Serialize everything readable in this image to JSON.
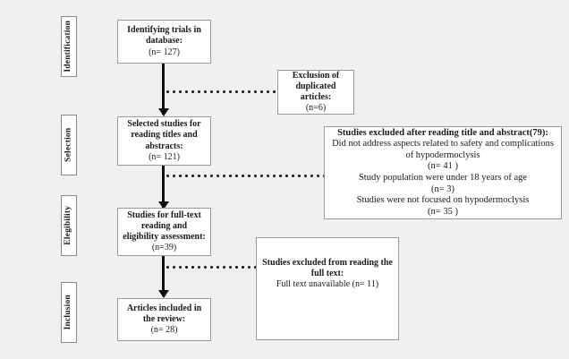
{
  "diagram": {
    "title": "PRISMA study selection flow diagram",
    "background_color": "#f0f0f0",
    "box_fill": "#ffffff",
    "box_border_color": "#9a9a9a",
    "connector_color": "#111111"
  },
  "stages": [
    {
      "label": "Identification"
    },
    {
      "label": "Selection"
    },
    {
      "label": "Elegibility"
    },
    {
      "label": "Inclusion"
    }
  ],
  "flow_boxes": [
    {
      "name": "identification",
      "header": "Identifying trials in database:",
      "count": "(n= 127)"
    },
    {
      "name": "selection",
      "header": "Selected studies for reading titles and abstracts:",
      "count": "(n= 121)"
    },
    {
      "name": "eligibility",
      "header": "Studies for full-text reading and eligibility assessment:",
      "count": "(n=39)"
    },
    {
      "name": "inclusion",
      "header": "Articles included in the review:",
      "count": "(n= 28)"
    }
  ],
  "exclusion_boxes": [
    {
      "name": "duplicates",
      "header": "Exclusion of duplicated articles:",
      "lines": [
        "(n=6)"
      ]
    },
    {
      "name": "title-abstract",
      "header": "Studies excluded after reading title and abstract(79):",
      "lines": [
        "Did not address aspects related to safety and complications of hypodermoclysis",
        "(n= 41 )",
        "Study population were under 18 years of age",
        "(n= 3)",
        "Studies were not focused on hypodermoclysis",
        "(n= 35 )"
      ]
    },
    {
      "name": "full-text",
      "header": "Studies excluded from reading the full text:",
      "lines": [
        "Full text unavailable (n= 11)"
      ]
    }
  ]
}
